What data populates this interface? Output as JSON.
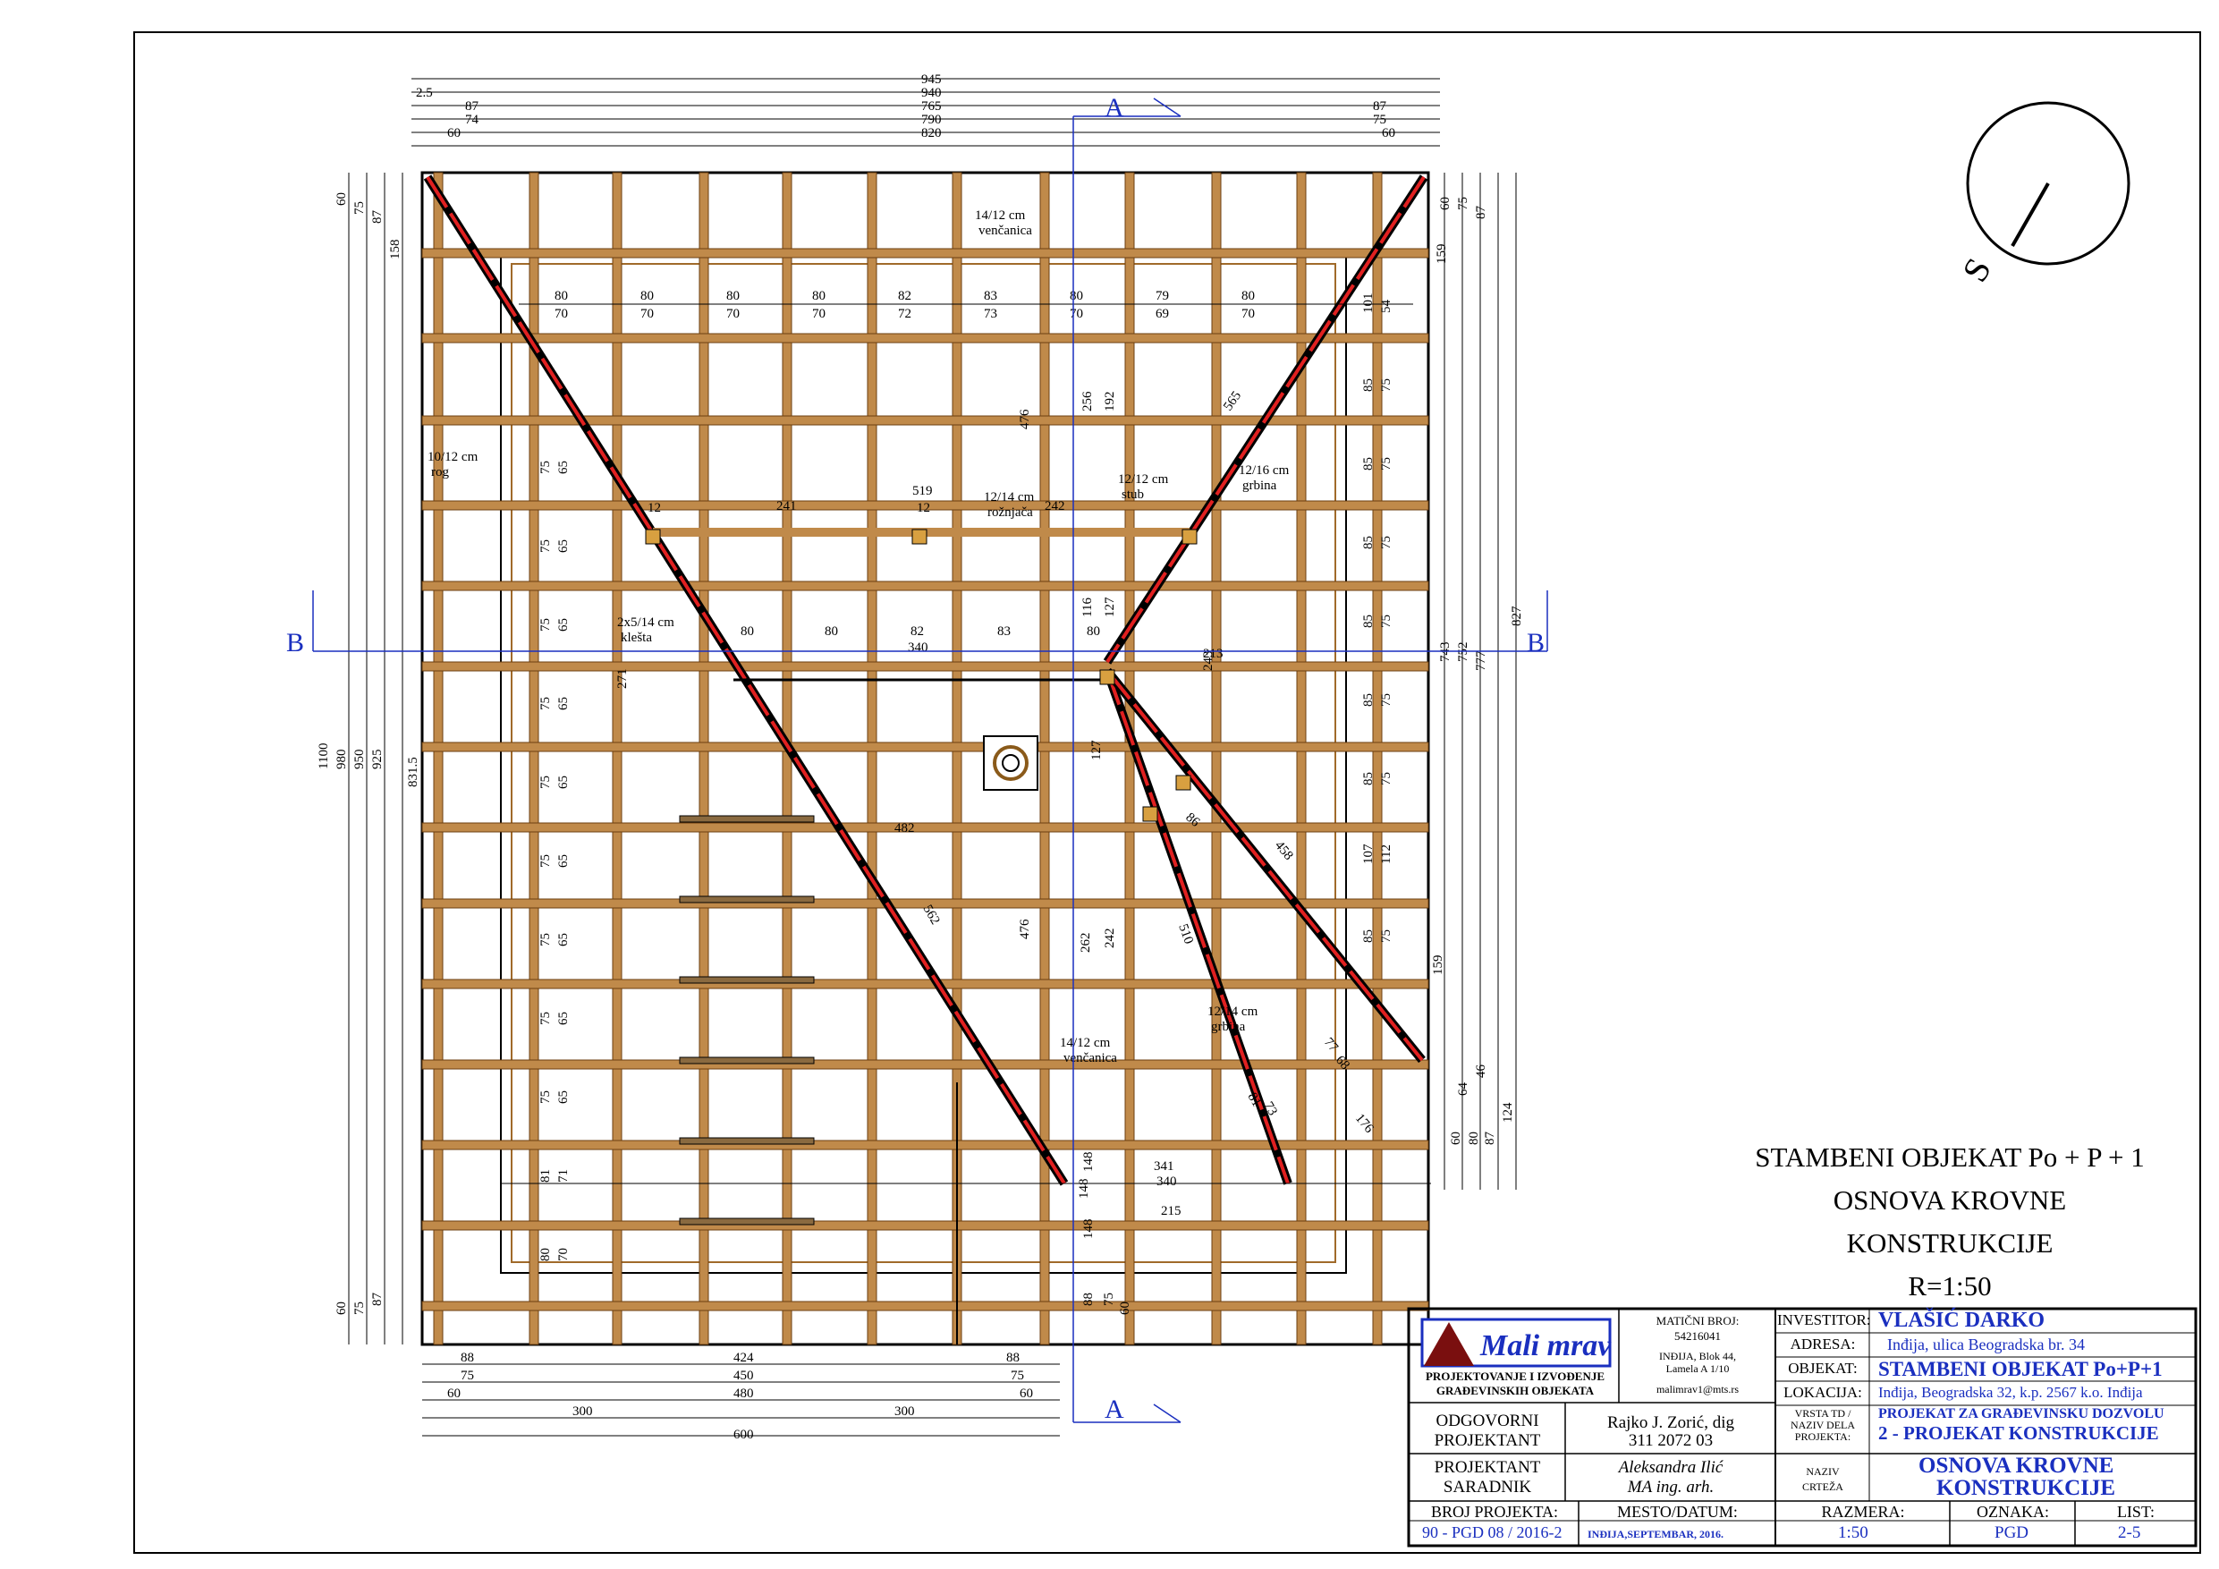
{
  "section_marks": {
    "a": "A",
    "b": "B"
  },
  "compass": {
    "label": "S"
  },
  "drawing_title": {
    "line1": "STAMBENI OBJEKAT Po + P + 1",
    "line2": "OSNOVA KROVNE",
    "line3": "KONSTRUKCIJE",
    "scale": "R=1:50"
  },
  "dims_top": [
    "945",
    "940",
    "765",
    "790",
    "820",
    "87",
    "74",
    "60",
    "2.5",
    "87",
    "75",
    "60"
  ],
  "dims_bottom": [
    "88",
    "424",
    "88",
    "75",
    "450",
    "75",
    "60",
    "480",
    "60",
    "300",
    "300",
    "600"
  ],
  "dims_left": [
    "60",
    "75",
    "87",
    "158",
    "1100",
    "980",
    "950",
    "925",
    "831.5",
    "60",
    "75",
    "87"
  ],
  "dims_right": [
    "60",
    "75",
    "87",
    "159",
    "827",
    "743",
    "752",
    "777",
    "159",
    "124",
    "87",
    "80",
    "60",
    "64",
    "46"
  ],
  "spacing_top_row": [
    "80",
    "80",
    "80",
    "80",
    "82",
    "83",
    "80",
    "79",
    "80",
    "70",
    "70",
    "70",
    "70",
    "72",
    "73",
    "70",
    "69",
    "70"
  ],
  "spacing_mid_row": [
    "80",
    "80",
    "82",
    "83",
    "80",
    "340",
    "519",
    "241",
    "242",
    "12",
    "12"
  ],
  "spacing_left_col": [
    "75",
    "65",
    "75",
    "65",
    "75",
    "65",
    "75",
    "65",
    "75",
    "65",
    "75",
    "65",
    "75",
    "65",
    "75",
    "65",
    "75",
    "65",
    "81",
    "71",
    "80",
    "70"
  ],
  "spacing_right_col": [
    "101",
    "54",
    "85",
    "75",
    "85",
    "75",
    "85",
    "75",
    "85",
    "75",
    "85",
    "75",
    "85",
    "75",
    "107",
    "112",
    "85",
    "75"
  ],
  "member_lengths": [
    "562",
    "565",
    "476",
    "256",
    "192",
    "116",
    "127",
    "127",
    "262",
    "242",
    "476",
    "482",
    "271",
    "213",
    "243",
    "458",
    "510",
    "176",
    "86",
    "81",
    "73",
    "77",
    "68",
    "341",
    "340",
    "215",
    "148",
    "148",
    "148",
    "88",
    "75",
    "60"
  ],
  "labels": [
    {
      "t": "14/12 cm",
      "s": "venčanica"
    },
    {
      "t": "10/12 cm",
      "s": "rog"
    },
    {
      "t": "12/12 cm",
      "s": "stub"
    },
    {
      "t": "12/14 cm",
      "s": "rožnjača"
    },
    {
      "t": "12/16 cm",
      "s": "grbina"
    },
    {
      "t": "2x5/14 cm",
      "s": "klešta"
    },
    {
      "t": "12/14 cm",
      "s": "grbina"
    },
    {
      "t": "14/12 cm",
      "s": "venčanica"
    }
  ],
  "title_block": {
    "company_name": "Mali mrav",
    "company_sub1": "PROJEKTOVANJE I IZVOĐENJE",
    "company_sub2": "GRAĐEVINSKIH OBJEKATA",
    "mb_label": "MATIČNI BROJ:",
    "mb_value": "54216041",
    "address1": "INĐIJA, Blok 44,",
    "address2": "Lamela A 1/10",
    "email": "malimrav1@mts.rs",
    "investor_label": "INVESTITOR:",
    "investor_value": "VLAŠIĆ DARKO",
    "adresa_label": "ADRESA:",
    "adresa_value": "Inđija, ulica Beogradska br. 34",
    "objekat_label": "OBJEKAT:",
    "objekat_value": "STAMBENI OBJEKAT Po+P+1",
    "lokacija_label": "LOKACIJA:",
    "lokacija_value": "Inđija, Beogradska 32, k.p. 2567 k.o. Inđija",
    "vrsta_label1": "VRSTA TD /",
    "vrsta_label2": "NAZIV DELA",
    "vrsta_label3": "PROJEKTA:",
    "vrsta_value1": "PROJEKAT ZA GRAĐEVINSKU DOZVOLU",
    "vrsta_value2": "2 - PROJEKAT KONSTRUKCIJE",
    "odg_label1": "ODGOVORNI",
    "odg_label2": "PROJEKTANT",
    "odg_value1": "Rajko J. Zorić, dig",
    "odg_value2": "311 2072 03",
    "saradnik_label1": "PROJEKTANT",
    "saradnik_label2": "SARADNIK",
    "saradnik_value1": "Aleksandra Ilić",
    "saradnik_value2": "MA ing. arh.",
    "naziv_label1": "NAZIV",
    "naziv_label2": "CRTEŽA",
    "naziv_value1": "OSNOVA KROVNE",
    "naziv_value2": "KONSTRUKCIJE",
    "broj_label": "BROJ PROJEKTA:",
    "broj_value": "90 - PGD 08 / 2016-2",
    "mesto_label": "MESTO/DATUM:",
    "mesto_value": "INĐIJA,SEPTEMBAR, 2016.",
    "razmera_label": "RAZMERA:",
    "razmera_value": "1:50",
    "oznaka_label": "OZNAKA:",
    "oznaka_value": "PGD",
    "list_label": "LIST:",
    "list_value": "2-5"
  }
}
